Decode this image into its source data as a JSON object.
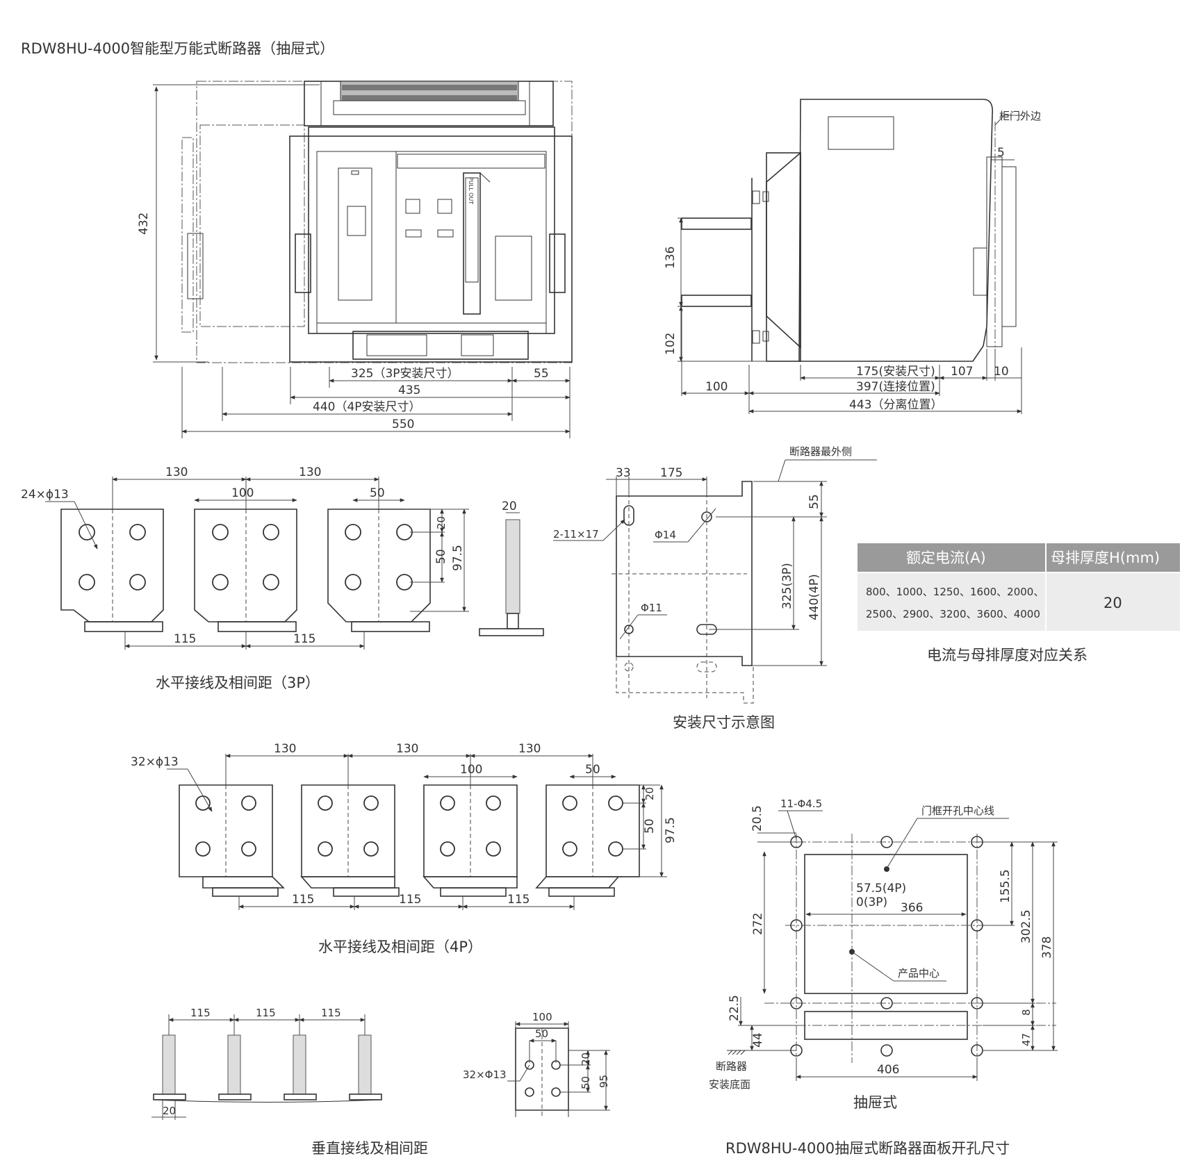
{
  "page_title": "RDW8HU-4000智能型万能式断路器（抽屉式）",
  "front_view": {
    "height_label": "432",
    "dim_325": "325（3P安装尺寸）",
    "dim_55": "55",
    "dim_435": "435",
    "dim_440": "440（4P安装尺寸）",
    "dim_550": "550",
    "pull_out_label": "PULL OUT"
  },
  "side_view": {
    "door_edge_label": "柜门外边",
    "dim_5": "5",
    "dim_136": "136",
    "dim_102": "102",
    "dim_175": "175(安装尺寸)",
    "dim_107": "107",
    "dim_10": "10",
    "dim_100": "100",
    "dim_397": "397(连接位置)",
    "dim_443": "443（分离位置）"
  },
  "horizontal_3p": {
    "caption": "水平接线及相间距（3P）",
    "dim_130_a": "130",
    "dim_130_b": "130",
    "dim_100": "100",
    "dim_50": "50",
    "holes_label": "24×ϕ13",
    "dim_20": "20",
    "dim_50_v": "50",
    "dim_97_5": "97.5",
    "dim_115_a": "115",
    "dim_115_b": "115",
    "bar_thickness": "20"
  },
  "mounting": {
    "caption": "安装尺寸示意图",
    "outer_side_label": "断路器最外侧",
    "dim_33": "33",
    "dim_175": "175",
    "dim_55": "55",
    "slots_label": "2-11×17",
    "phi14": "Φ14",
    "phi11": "Φ11",
    "dim_325_3p": "325(3P)",
    "dim_440_4p": "440(4P)"
  },
  "thickness_table": {
    "col1_header": "额定电流(A)",
    "col2_header": "母排厚度H(mm)",
    "row1_line1": "800、1000、1250、1600、2000、",
    "row1_line2": "2500、2900、3200、3600、4000",
    "row1_value": "20",
    "caption": "电流与母排厚度对应关系"
  },
  "horizontal_4p": {
    "caption": "水平接线及相间距（4P）",
    "dim_130_a": "130",
    "dim_130_b": "130",
    "dim_130_c": "130",
    "dim_100": "100",
    "dim_50": "50",
    "holes_label": "32×ϕ13",
    "dim_20": "20",
    "dim_50_v": "50",
    "dim_97_5": "97.5",
    "dim_115_a": "115",
    "dim_115_b": "115",
    "dim_115_c": "115"
  },
  "vertical": {
    "caption": "垂直接线及相间距",
    "dim_115_a": "115",
    "dim_115_b": "115",
    "dim_115_c": "115",
    "dim_20": "20",
    "dim_100": "100",
    "dim_50": "50",
    "holes_label": "32×Φ13",
    "dim_20_v": "20",
    "dim_50_v": "50",
    "dim_95": "95"
  },
  "panel_cutout": {
    "caption": "RDW8HU-4000抽屉式断路器面板开孔尺寸",
    "sub_caption": "抽屉式",
    "holes_label": "11-Φ4.5",
    "door_center_label": "门框开孔中心线",
    "dim_20_5": "20.5",
    "dim_57_5": "57.5(4P)",
    "dim_0_3p": "0(3P)",
    "dim_366": "366",
    "dim_155_5": "155.5",
    "dim_302_5": "302.5",
    "dim_378": "378",
    "dim_272": "272",
    "product_center_label": "产品中心",
    "dim_22_5": "22.5",
    "dim_44": "44",
    "dim_8": "8",
    "dim_47": "47",
    "dim_406": "406",
    "base_label_1": "断路器",
    "base_label_2": "安装底面"
  }
}
